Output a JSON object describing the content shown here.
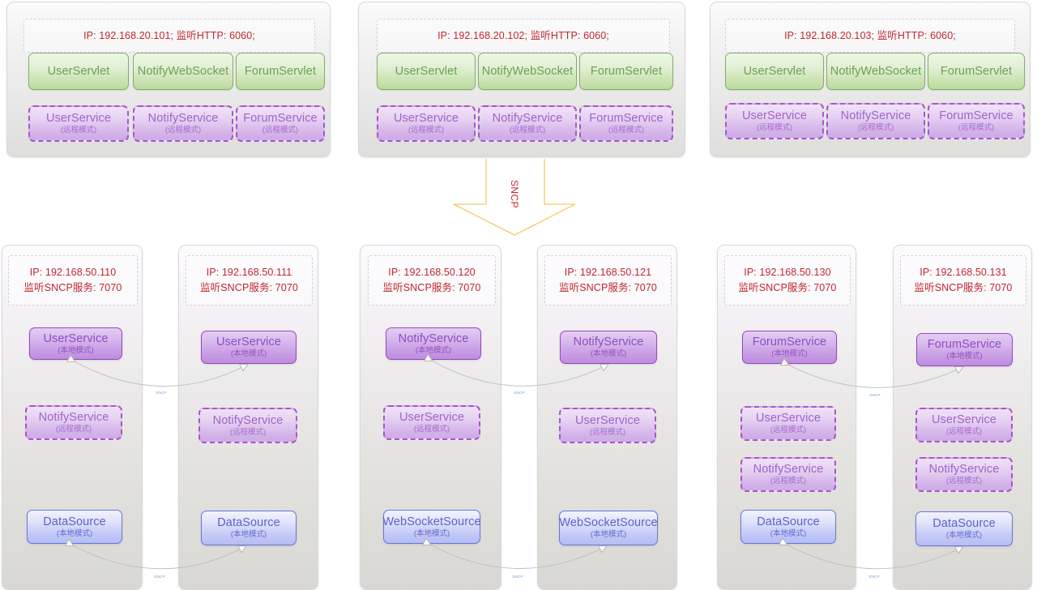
{
  "diagram": {
    "title": "SNCP distributed service deployment topology",
    "labels": {
      "local_mode": "(本地模式)",
      "remote_mode": "(远程模式)",
      "sncp_arrow": "SNCP",
      "sncp_link": "SNCP"
    },
    "colors": {
      "ip_text": "#c0272d",
      "servlet_green": "#7fb069",
      "service_purple": "#9b45c4",
      "datasource_blue": "#6a76d8",
      "arrow_orange": "#f5c96a",
      "link_grey": "#b9b9b9",
      "panel_grey": "#e6e6e5"
    }
  },
  "app_tier": {
    "nodes": [
      {
        "id": "app-101",
        "ip_line": "IP: 192.168.20.101;  监听HTTP: 6060;",
        "endpoints": [
          {
            "name": "UserServlet",
            "kind": "servlet"
          },
          {
            "name": "NotifyWebSocket",
            "kind": "servlet"
          },
          {
            "name": "ForumServlet",
            "kind": "servlet"
          }
        ],
        "services": [
          {
            "name": "UserService",
            "mode": "(远程模式)"
          },
          {
            "name": "NotifyService",
            "mode": "(远程模式)"
          },
          {
            "name": "ForumService",
            "mode": "(远程模式)"
          }
        ]
      },
      {
        "id": "app-102",
        "ip_line": "IP: 192.168.20.102;  监听HTTP: 6060;",
        "endpoints": [
          {
            "name": "UserServlet",
            "kind": "servlet"
          },
          {
            "name": "NotifyWebSocket",
            "kind": "servlet"
          },
          {
            "name": "ForumServlet",
            "kind": "servlet"
          }
        ],
        "services": [
          {
            "name": "UserService",
            "mode": "(远程模式)"
          },
          {
            "name": "NotifyService",
            "mode": "(远程模式)"
          },
          {
            "name": "ForumService",
            "mode": "(远程模式)"
          }
        ]
      },
      {
        "id": "app-103",
        "ip_line": "IP: 192.168.20.103;  监听HTTP: 6060;",
        "endpoints": [
          {
            "name": "UserServlet",
            "kind": "servlet"
          },
          {
            "name": "NotifyWebSocket",
            "kind": "servlet"
          },
          {
            "name": "ForumServlet",
            "kind": "servlet"
          }
        ],
        "services": [
          {
            "name": "UserService",
            "mode": "(远程模式)"
          },
          {
            "name": "NotifyService",
            "mode": "(远程模式)"
          },
          {
            "name": "ForumService",
            "mode": "(远程模式)"
          }
        ]
      }
    ]
  },
  "service_tier": {
    "groups": [
      {
        "id": "group-user",
        "nodes": [
          {
            "id": "svc-110",
            "ip_l1": "IP: 192.168.50.110",
            "ip_l2": "监听SNCP服务: 7070",
            "boxes": [
              {
                "name": "UserService",
                "mode": "(本地模式)",
                "style": "purple-solid"
              },
              {
                "name": "NotifyService",
                "mode": "(远程模式)",
                "style": "purple-dash"
              },
              {
                "name": "DataSource",
                "mode": "(本地模式)",
                "style": "blue"
              }
            ]
          },
          {
            "id": "svc-111",
            "ip_l1": "IP: 192.168.50.111",
            "ip_l2": "监听SNCP服务: 7070",
            "boxes": [
              {
                "name": "UserService",
                "mode": "(本地模式)",
                "style": "purple-solid"
              },
              {
                "name": "NotifyService",
                "mode": "(远程模式)",
                "style": "purple-dash"
              },
              {
                "name": "DataSource",
                "mode": "(本地模式)",
                "style": "blue"
              }
            ]
          }
        ]
      },
      {
        "id": "group-notify",
        "nodes": [
          {
            "id": "svc-120",
            "ip_l1": "IP: 192.168.50.120",
            "ip_l2": "监听SNCP服务: 7070",
            "boxes": [
              {
                "name": "NotifyService",
                "mode": "(本地模式)",
                "style": "purple-solid"
              },
              {
                "name": "UserService",
                "mode": "(远程模式)",
                "style": "purple-dash"
              },
              {
                "name": "WebSocketSource",
                "mode": "(本地模式)",
                "style": "blue"
              }
            ]
          },
          {
            "id": "svc-121",
            "ip_l1": "IP: 192.168.50.121",
            "ip_l2": "监听SNCP服务: 7070",
            "boxes": [
              {
                "name": "NotifyService",
                "mode": "(本地模式)",
                "style": "purple-solid"
              },
              {
                "name": "UserService",
                "mode": "(远程模式)",
                "style": "purple-dash"
              },
              {
                "name": "WebSocketSource",
                "mode": "(本地模式)",
                "style": "blue"
              }
            ]
          }
        ]
      },
      {
        "id": "group-forum",
        "nodes": [
          {
            "id": "svc-130",
            "ip_l1": "IP: 192.168.50.130",
            "ip_l2": "监听SNCP服务: 7070",
            "boxes": [
              {
                "name": "ForumService",
                "mode": "(本地模式)",
                "style": "purple-solid"
              },
              {
                "name": "UserService",
                "mode": "(远程模式)",
                "style": "purple-dash"
              },
              {
                "name": "NotifyService",
                "mode": "(远程模式)",
                "style": "purple-dash"
              },
              {
                "name": "DataSource",
                "mode": "(本地模式)",
                "style": "blue"
              }
            ]
          },
          {
            "id": "svc-131",
            "ip_l1": "IP: 192.168.50.131",
            "ip_l2": "监听SNCP服务: 7070",
            "boxes": [
              {
                "name": "ForumService",
                "mode": "(本地模式)",
                "style": "purple-solid"
              },
              {
                "name": "UserService",
                "mode": "(远程模式)",
                "style": "purple-dash"
              },
              {
                "name": "NotifyService",
                "mode": "(远程模式)",
                "style": "purple-dash"
              },
              {
                "name": "DataSource",
                "mode": "(本地模式)",
                "style": "blue"
              }
            ]
          }
        ]
      }
    ]
  }
}
